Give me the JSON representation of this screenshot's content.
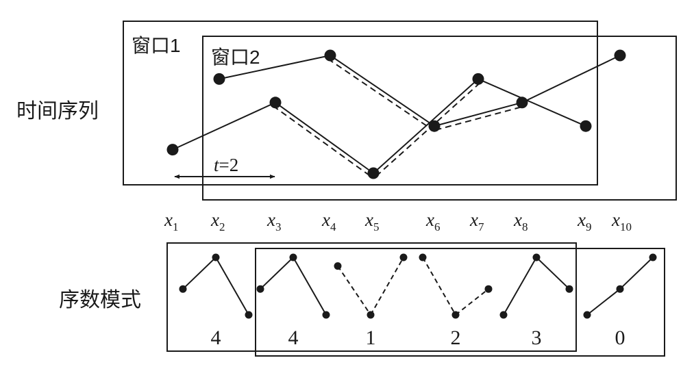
{
  "labels": {
    "time_series": "时间序列",
    "ordinal_patterns": "序数模式",
    "window1": "窗口1",
    "window2": "窗口2",
    "delay_var": "t",
    "delay_eq": "=2"
  },
  "x_axis": {
    "var": "x",
    "subscripts": [
      "1",
      "2",
      "3",
      "4",
      "5",
      "6",
      "7",
      "8",
      "9",
      "10"
    ]
  },
  "series": {
    "values": [
      1,
      4,
      3,
      5,
      0,
      2,
      4,
      3,
      2,
      5
    ],
    "triples_solid": [
      [
        1,
        3,
        5
      ],
      [
        2,
        4,
        6
      ],
      [
        6,
        8,
        10
      ],
      [
        5,
        7,
        9
      ]
    ],
    "triples_dashed": [
      [
        3,
        5,
        7
      ],
      [
        4,
        6,
        8
      ]
    ]
  },
  "patterns": [
    {
      "label": "4",
      "shape": [
        0.55,
        0.0,
        1.0
      ],
      "line": "solid"
    },
    {
      "label": "4",
      "shape": [
        0.55,
        0.0,
        1.0
      ],
      "line": "solid"
    },
    {
      "label": "1",
      "shape": [
        0.15,
        1.0,
        0.0
      ],
      "line": "dashed"
    },
    {
      "label": "2",
      "shape": [
        0.0,
        1.0,
        0.55
      ],
      "line": "dashed"
    },
    {
      "label": "3",
      "shape": [
        1.0,
        0.0,
        0.55
      ],
      "line": "solid"
    },
    {
      "label": "0",
      "shape": [
        1.0,
        0.55,
        0.0
      ],
      "line": "solid"
    }
  ],
  "colors": {
    "ink": "#1a1a1a"
  }
}
